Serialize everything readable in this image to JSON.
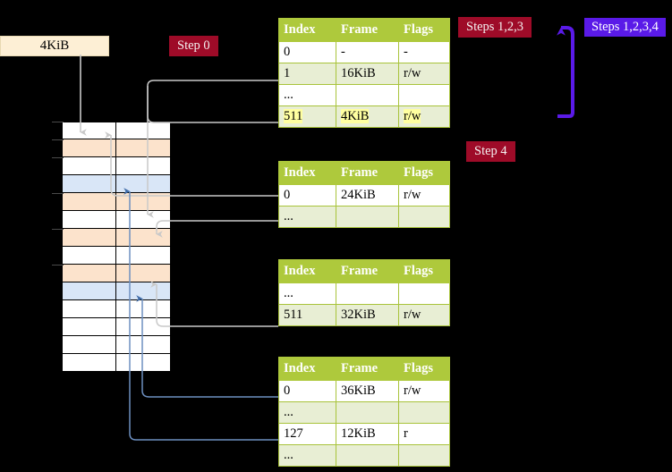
{
  "labels": {
    "mem_size": "4KiB",
    "step0": "Step 0",
    "step4": "Step 4",
    "steps123": "Steps 1,2,3",
    "steps1234": "Steps 1,2,3,4"
  },
  "colors": {
    "header_green": "#aec93c",
    "row_alt": "#e8eed4",
    "highlight_yellow": "#ffffa0",
    "badge_red": "#9e0b28",
    "badge_blue": "#5a1ae8",
    "mem_blue": "#d9e6f7",
    "mem_orange": "#fce3cc",
    "kbox_cream": "#fdefd5",
    "arrow_gray": "#bdbdbd",
    "arrow_blue": "#6d8fc0"
  },
  "columns": [
    "Index",
    "Frame",
    "Flags"
  ],
  "tables": [
    {
      "name": "level4-table",
      "rows": [
        {
          "index": "0",
          "frame": "-",
          "flags": "-",
          "style": "plain",
          "highlight": false
        },
        {
          "index": "1",
          "frame": "16KiB",
          "flags": "r/w",
          "style": "alt",
          "highlight": false
        },
        {
          "index": "...",
          "frame": "",
          "flags": "",
          "style": "plain",
          "highlight": false
        },
        {
          "index": "511",
          "frame": "4KiB",
          "flags": "r/w",
          "style": "alt",
          "highlight": true
        }
      ]
    },
    {
      "name": "level3-table",
      "rows": [
        {
          "index": "0",
          "frame": "24KiB",
          "flags": "r/w",
          "style": "plain",
          "highlight": false
        },
        {
          "index": "...",
          "frame": "",
          "flags": "",
          "style": "alt",
          "highlight": false
        }
      ]
    },
    {
      "name": "level2-table",
      "rows": [
        {
          "index": "...",
          "frame": "",
          "flags": "",
          "style": "plain",
          "highlight": false
        },
        {
          "index": "511",
          "frame": "32KiB",
          "flags": "r/w",
          "style": "alt",
          "highlight": false
        }
      ]
    },
    {
      "name": "level1-table",
      "rows": [
        {
          "index": "0",
          "frame": "36KiB",
          "flags": "r/w",
          "style": "plain",
          "highlight": false
        },
        {
          "index": "...",
          "frame": "",
          "flags": "",
          "style": "alt",
          "highlight": false
        },
        {
          "index": "127",
          "frame": "12KiB",
          "flags": "r",
          "style": "plain",
          "highlight": false
        },
        {
          "index": "...",
          "frame": "",
          "flags": "",
          "style": "alt",
          "highlight": false
        }
      ]
    }
  ],
  "memory": {
    "name": "physical-memory-column",
    "cells": [
      {
        "fill": "white"
      },
      {
        "fill": "orange"
      },
      {
        "fill": "white"
      },
      {
        "fill": "blue"
      },
      {
        "fill": "orange"
      },
      {
        "fill": "white"
      },
      {
        "fill": "orange"
      },
      {
        "fill": "white"
      },
      {
        "fill": "orange"
      },
      {
        "fill": "blue"
      },
      {
        "fill": "white"
      },
      {
        "fill": "white"
      },
      {
        "fill": "white"
      },
      {
        "fill": "white"
      }
    ]
  }
}
